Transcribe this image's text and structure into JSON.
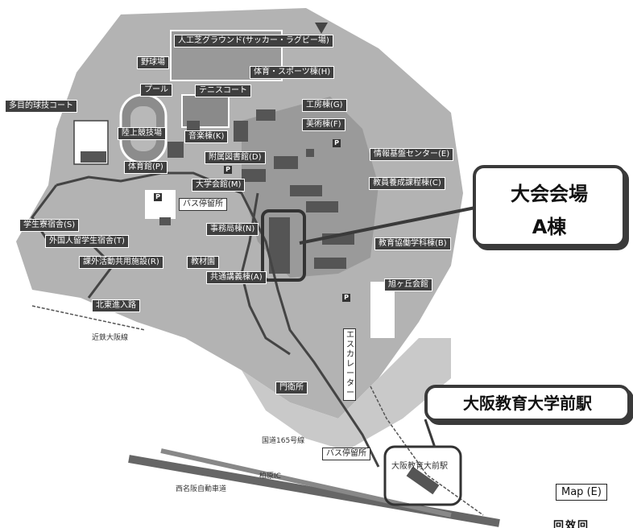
{
  "north": "N",
  "labels": {
    "turf_ground": "人工芝グラウンド(サッカー・ラグビー場)",
    "baseball": "野球場",
    "pool": "プール",
    "tennis": "テニスコート",
    "multi_court": "多目的球技コート",
    "track": "陸上競技場",
    "gym": "体育館(P)",
    "music": "音楽棟(K)",
    "sports_h": "体育・スポーツ棟(H)",
    "workshop_g": "工房棟(G)",
    "art_f": "美術棟(F)",
    "library_d": "附属図書館(D)",
    "info_e": "情報基盤センター(E)",
    "univ_hall_m": "大学会館(M)",
    "teacher_c": "教員養成課程棟(C)",
    "bus_stop_1": "バス停留所",
    "admin_n": "事務局棟(N)",
    "dorm_s": "学生寮宿舎(S)",
    "intl_dorm_t": "外国人留学生宿舎(T)",
    "extra_r": "課外活動共用施設(R)",
    "kyozai": "教材園",
    "cooperative_b": "教育協働学科棟(B)",
    "common_a": "共通講義棟(A)",
    "asahigaoka": "旭ヶ丘会館",
    "north_road": "北東進入路",
    "kintetsu": "近鉄大阪線",
    "escalator": "エスカレーター",
    "gate": "門衛所",
    "route165": "国道165号線",
    "bus_stop_2": "バス停留所",
    "station_small": "大阪教育大前駅",
    "kashiwara_ic": "柏原IC",
    "expressway": "西名阪自動車道"
  },
  "callouts": {
    "venue_line1": "大会会場",
    "venue_line2": "A棟",
    "station": "大阪教育大学前駅"
  },
  "parking": "P",
  "map_tag": "Map (E)",
  "qr_text": "回效回",
  "colors": {
    "campus": "#b3b3b3",
    "label_bg": "#3f3f3f",
    "accent": "#3a3a3a"
  }
}
